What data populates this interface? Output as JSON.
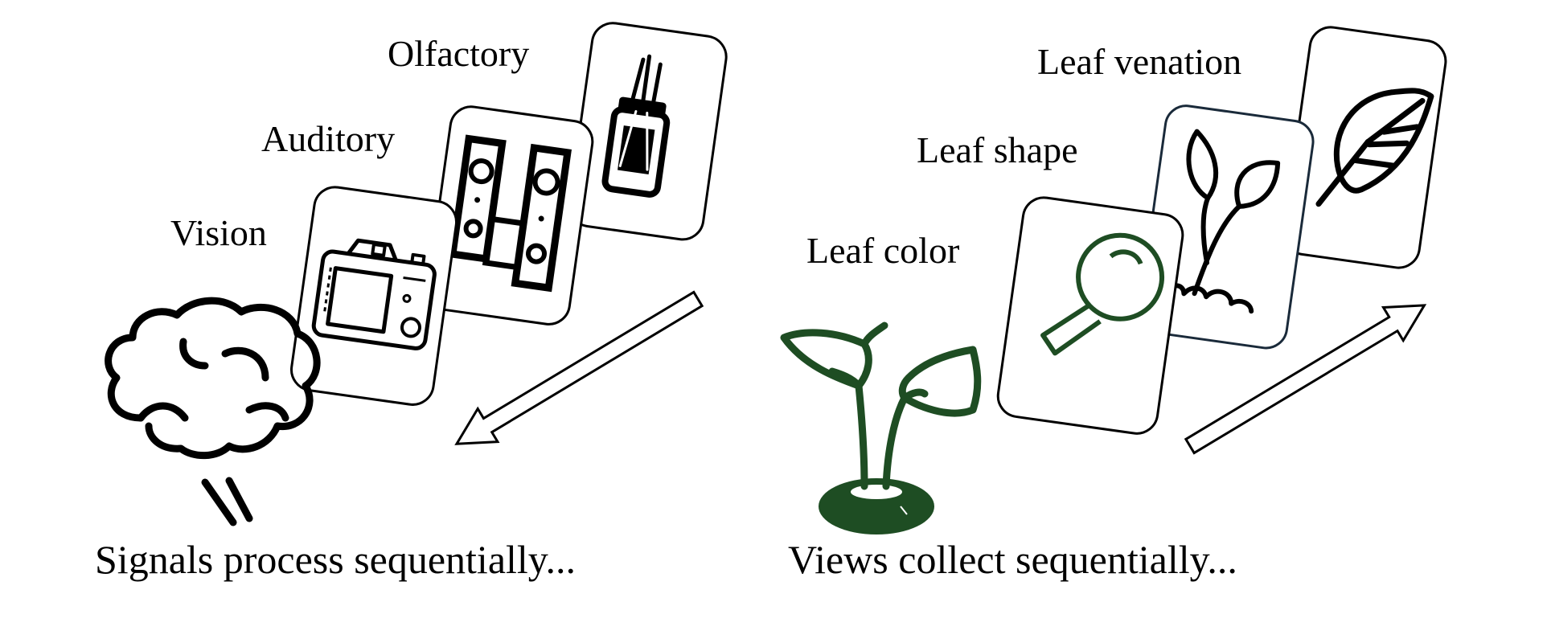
{
  "left_panel": {
    "labels": [
      "Olfactory",
      "Auditory",
      "Vision"
    ],
    "caption": "Signals process sequentially...",
    "icons": [
      "diffuser-icon",
      "speakers-icon",
      "camera-icon",
      "brain-icon"
    ]
  },
  "right_panel": {
    "labels": [
      "Leaf venation",
      "Leaf shape",
      "Leaf color"
    ],
    "caption": "Views collect sequentially...",
    "icons": [
      "leaf-icon",
      "seedling-icon",
      "magnifier-icon",
      "plant-sprout-icon"
    ]
  },
  "colors": {
    "ink": "#000000",
    "plant_green": "#1e4d23",
    "card_border_dark": "#1a2a3a"
  }
}
